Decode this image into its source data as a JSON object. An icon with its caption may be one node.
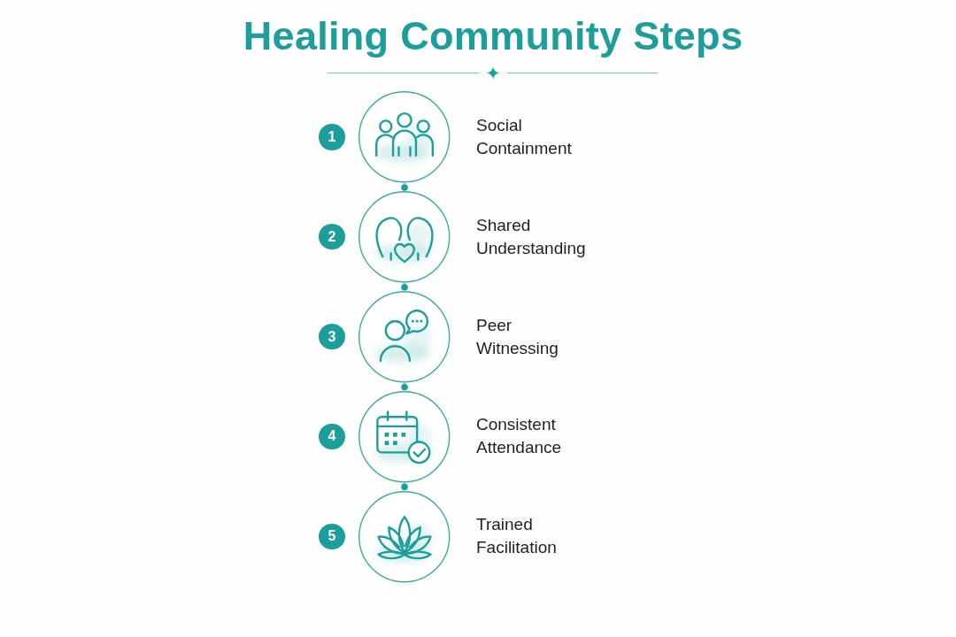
{
  "diagram": {
    "title": "Healing Community Steps",
    "nodes": [
      {
        "text": [
          "1"
        ]
      },
      {
        "text": [],
        "shape": "circle",
        "beside": [
          "Social Containment"
        ]
      },
      {
        "text": [
          "2"
        ]
      },
      {
        "text": [],
        "shape": "circle",
        "beside": [
          "Shared Understanding"
        ]
      },
      {
        "text": [
          "3"
        ]
      },
      {
        "text": [],
        "shape": "circle",
        "beside": [
          "Peer Witnessing"
        ]
      },
      {
        "text": [
          "4"
        ]
      },
      {
        "text": [],
        "shape": "circle",
        "beside": [
          "Consistent Attendance"
        ]
      },
      {
        "text": [
          "5"
        ]
      },
      {
        "text": [],
        "shape": "circle",
        "beside": [
          "Trained Facilitation"
        ]
      }
    ],
    "edges": [
      {
        "from": 1,
        "to": 3,
        "arrow": "other"
      },
      {
        "from": 3,
        "to": 5,
        "arrow": "other"
      },
      {
        "from": 5,
        "to": 7,
        "arrow": "other"
      },
      {
        "from": 7,
        "to": 9,
        "arrow": "other"
      }
    ]
  }
}
